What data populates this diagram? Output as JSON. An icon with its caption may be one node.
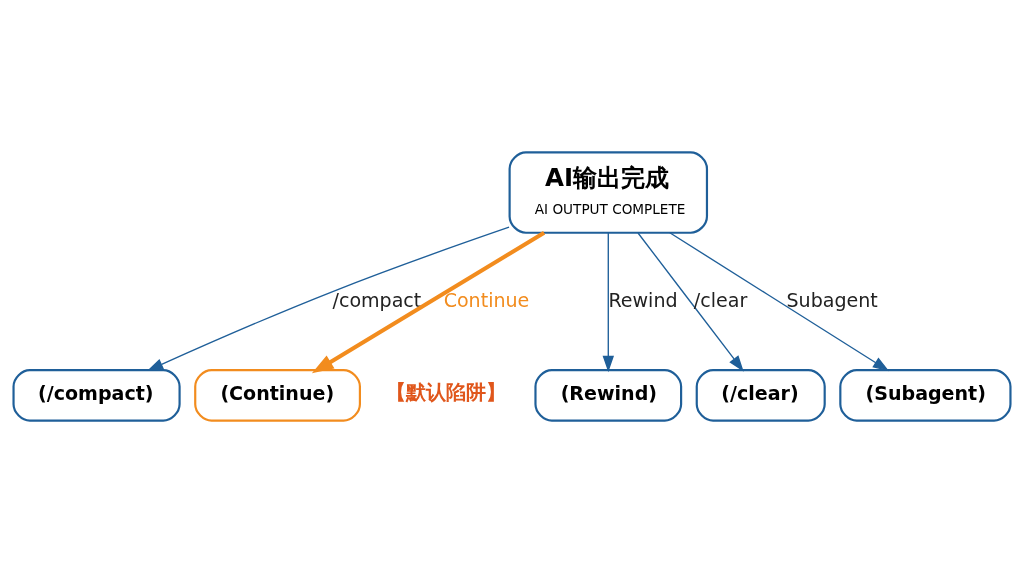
{
  "diagram": {
    "nodes": [
      {
        "text": [
          "AI输出完成",
          "AI OUTPUT COMPLETE"
        ]
      },
      {
        "text": [
          "(/compact)"
        ]
      },
      {
        "text": [
          "(Continue)"
        ],
        "beside": [
          "【默认陷阱】"
        ]
      },
      {
        "text": [
          "(Rewind)"
        ]
      },
      {
        "text": [
          "(/clear)"
        ]
      },
      {
        "text": [
          "(Subagent)"
        ]
      }
    ],
    "edges": [
      {
        "from": 0,
        "to": 1,
        "arrow": "to",
        "label": "/compact"
      },
      {
        "from": 0,
        "to": 2,
        "arrow": "to",
        "label": "Continue",
        "style": "thick",
        "color": "#f28c1e"
      },
      {
        "from": 0,
        "to": 3,
        "arrow": "to",
        "label": "Rewind"
      },
      {
        "from": 0,
        "to": 4,
        "arrow": "to",
        "label": "/clear"
      },
      {
        "from": 0,
        "to": 5,
        "arrow": "to",
        "label": "Subagent"
      }
    ]
  }
}
